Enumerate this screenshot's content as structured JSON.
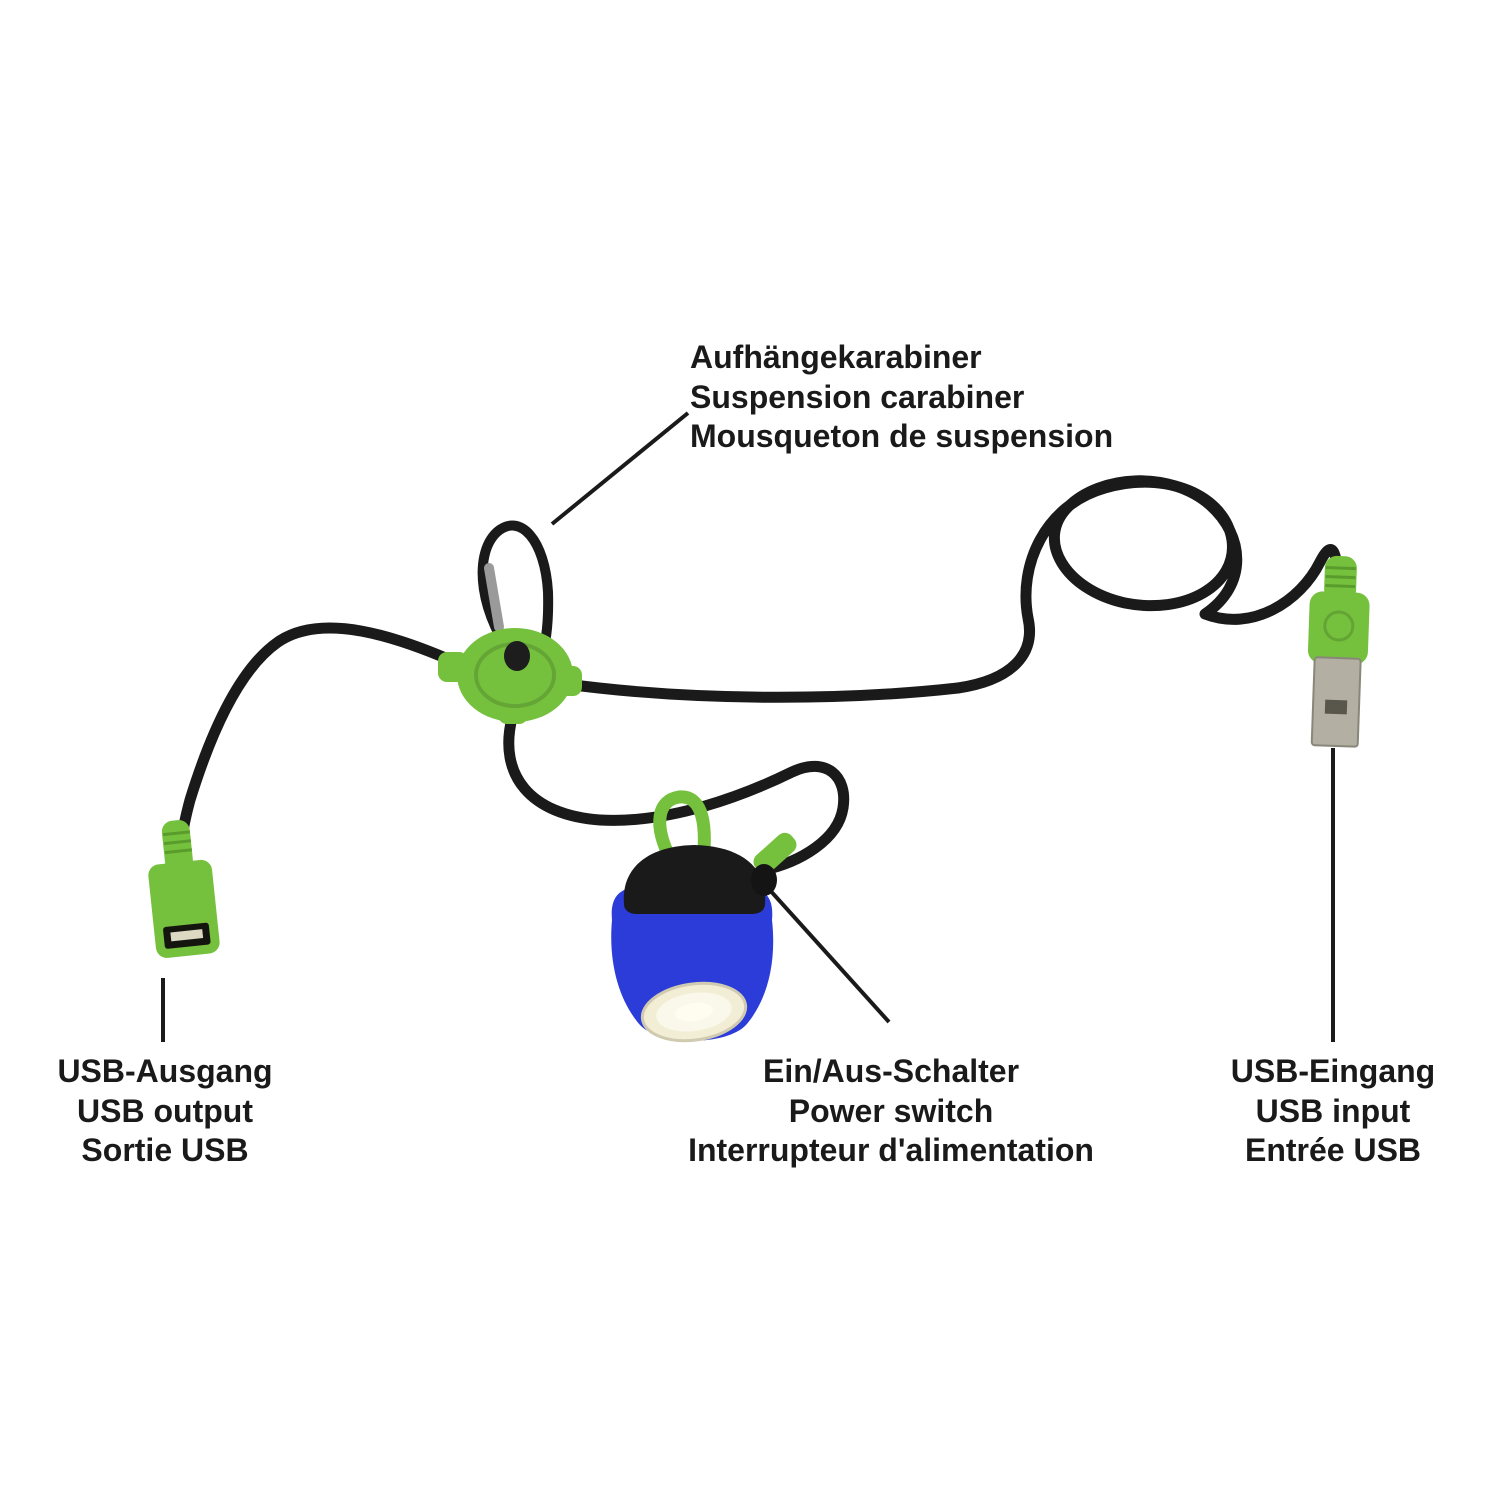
{
  "colors": {
    "background": "#ffffff",
    "text": "#1a1a1a",
    "black": "#1a1a1a",
    "green": "#75c13e",
    "green_dark": "#5a9c2c",
    "blue": "#2b3cd8",
    "metal": "#b3afa2",
    "metal_dark": "#89867a",
    "gate": "#9a9a9a",
    "lens": "#f2eed6",
    "lens_inner": "#faf8ea",
    "lens_core": "#fffdf0",
    "port_dark": "#15150f",
    "port_tongue": "#ddd8c2",
    "plug_hole": "#59564c"
  },
  "labels": {
    "carabiner": {
      "de": "Aufhängekarabiner",
      "en": "Suspension carabiner",
      "fr": "Mousqueton de suspension"
    },
    "usb_output": {
      "de": "USB-Ausgang",
      "en": "USB output",
      "fr": "Sortie USB"
    },
    "power_switch": {
      "de": "Ein/Aus-Schalter",
      "en": "Power switch",
      "fr": "Interrupteur d'alimentation"
    },
    "usb_input": {
      "de": "USB-Eingang",
      "en": "USB input",
      "fr": "Entrée USB"
    }
  }
}
